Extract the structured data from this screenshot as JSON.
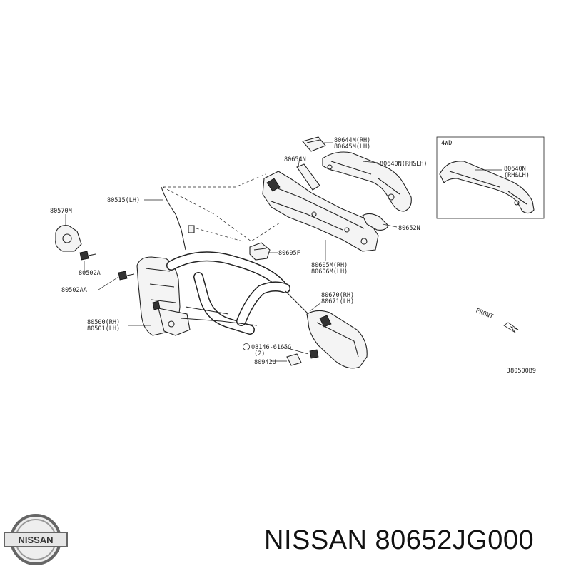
{
  "diagram": {
    "labels": [
      {
        "id": "p80644m",
        "text": "80644M(RH)"
      },
      {
        "id": "p80645m",
        "text": "80645M(LH)"
      },
      {
        "id": "p80654n",
        "text": "80654N"
      },
      {
        "id": "p80640n_rhlh",
        "text": "80640N(RH&LH)"
      },
      {
        "id": "p4wd",
        "text": "4WD"
      },
      {
        "id": "p80640n_box",
        "text": "80640N"
      },
      {
        "id": "p80640n_box_rhlh",
        "text": "(RH&LH)"
      },
      {
        "id": "p80515",
        "text": "80515(LH)"
      },
      {
        "id": "p80570m",
        "text": "80570M"
      },
      {
        "id": "p80652n",
        "text": "80652N"
      },
      {
        "id": "p80605f",
        "text": "80605F"
      },
      {
        "id": "p80502a",
        "text": "80502A"
      },
      {
        "id": "p80605m",
        "text": "80605M(RH)"
      },
      {
        "id": "p80606m",
        "text": "80606M(LH)"
      },
      {
        "id": "p80502aa",
        "text": "80502AA"
      },
      {
        "id": "p80670",
        "text": "80670(RH)"
      },
      {
        "id": "p80671",
        "text": "80671(LH)"
      },
      {
        "id": "p80500",
        "text": "80500(RH)"
      },
      {
        "id": "p80501",
        "text": "80501(LH)"
      },
      {
        "id": "p08146",
        "text": "08146-6165G"
      },
      {
        "id": "p08146qty",
        "text": "(2)"
      },
      {
        "id": "p80942u",
        "text": "80942U"
      },
      {
        "id": "front",
        "text": "FRONT"
      },
      {
        "id": "code",
        "text": "J80500B9"
      }
    ]
  },
  "brand": {
    "logo_text": "NISSAN",
    "caption": "NISSAN 80652JG000"
  }
}
